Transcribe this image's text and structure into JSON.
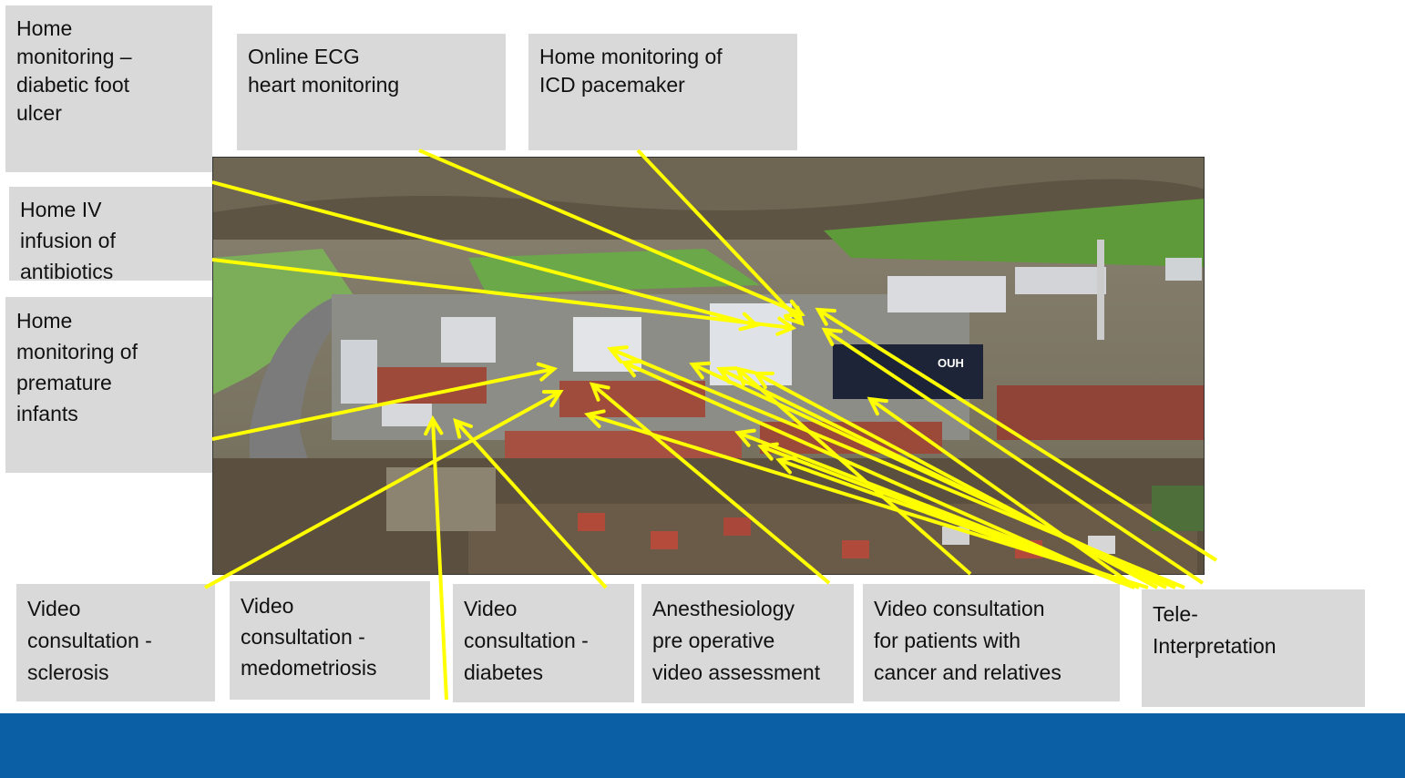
{
  "labels": {
    "diabetic_foot": "Home\nmonitoring –\ndiabetic foot\nulcer",
    "online_ecg": "Online ECG\nheart monitoring",
    "icd_pacemaker": "Home  monitoring of\nICD pacemaker",
    "iv_antibiotics": "Home IV\ninfusion of\nantibiotics",
    "premature_infants": "Home\nmonitoring of\npremature\ninfants",
    "sclerosis": "Video\nconsultation -\nsclerosis",
    "medometriosis": "Video\nconsultation -\nmedometriosis",
    "diabetes": "Video\nconsultation -\ndiabetes",
    "anesthesiology": "Anesthesiology\npre operative\nvideo assessment",
    "cancer": "Video consultation\nfor patients with\ncancer and relatives",
    "tele_interpretation": "Tele-\nInterpretation"
  },
  "photo": {
    "sign_text": "OUH"
  },
  "colors": {
    "arrow": "#ffff00",
    "label_bg": "#d9d9d9",
    "footer": "#0b5fa5"
  }
}
